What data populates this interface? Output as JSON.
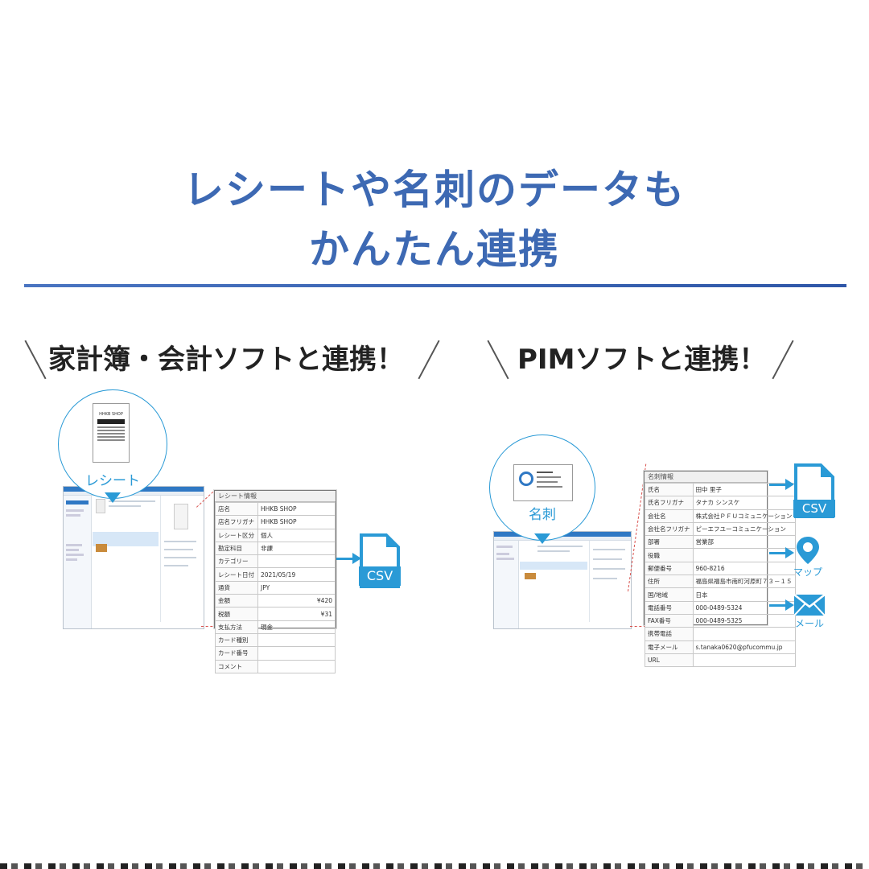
{
  "headline": {
    "line1": "レシートや名刺のデータも",
    "line2": "かんたん連携"
  },
  "left": {
    "section_title": "家計簿・会計ソフトと連携！",
    "circle_label": "レシート",
    "receipt_shop": "HHKB SHOP",
    "panel_title": "レシート情報",
    "rows": [
      {
        "k": "店名",
        "v": "HHKB SHOP",
        "r": ""
      },
      {
        "k": "店名フリガナ",
        "v": "HHKB SHOP",
        "r": ""
      },
      {
        "k": "レシート区分",
        "v": "個人",
        "r": ""
      },
      {
        "k": "勘定科目",
        "v": "非課",
        "r": ""
      },
      {
        "k": "カテゴリー",
        "v": "",
        "r": ""
      },
      {
        "k": "レシート日付",
        "v": "2021/05/19",
        "r": ""
      },
      {
        "k": "通貨",
        "v": "JPY",
        "r": ""
      },
      {
        "k": "金額",
        "v": "",
        "r": "¥420"
      },
      {
        "k": "税額",
        "v": "",
        "r": "¥31"
      },
      {
        "k": "支払方法",
        "v": "現金",
        "r": ""
      },
      {
        "k": "カード種別",
        "v": "",
        "r": ""
      },
      {
        "k": "カード番号",
        "v": "",
        "r": ""
      },
      {
        "k": "コメント",
        "v": "",
        "r": ""
      }
    ],
    "csv_label": "CSV"
  },
  "right": {
    "section_title": "PIMソフトと連携！",
    "circle_label": "名刺",
    "panel_title": "名刺情報",
    "rows": [
      {
        "k": "氏名",
        "v": "田中 里子"
      },
      {
        "k": "氏名フリガナ",
        "v": "タナカ シンスケ"
      },
      {
        "k": "会社名",
        "v": "株式会社ＰＦＵコミュニケーション"
      },
      {
        "k": "会社名フリガナ",
        "v": "ピーエフユーコミュニケーション"
      },
      {
        "k": "部署",
        "v": "営業部"
      },
      {
        "k": "役職",
        "v": ""
      },
      {
        "k": "郵便番号",
        "v": "960-8216"
      },
      {
        "k": "住所",
        "v": "福島県福島市南町河原町７３－１５"
      },
      {
        "k": "国/地域",
        "v": "日本"
      },
      {
        "k": "電話番号",
        "v": "000-0489-5324"
      },
      {
        "k": "FAX番号",
        "v": "000-0489-5325"
      },
      {
        "k": "携帯電話",
        "v": ""
      },
      {
        "k": "電子メール",
        "v": "s.tanaka0620@pfucommu.jp"
      },
      {
        "k": "URL",
        "v": ""
      }
    ],
    "csv_label": "CSV",
    "map_label": "マップ",
    "mail_label": "メール"
  },
  "colors": {
    "headline": "#3d69b3",
    "accent": "#2a9ad6",
    "dashed": "#d9534f"
  },
  "icons": [
    "csv-file-icon",
    "map-pin-icon",
    "mail-envelope-icon"
  ]
}
